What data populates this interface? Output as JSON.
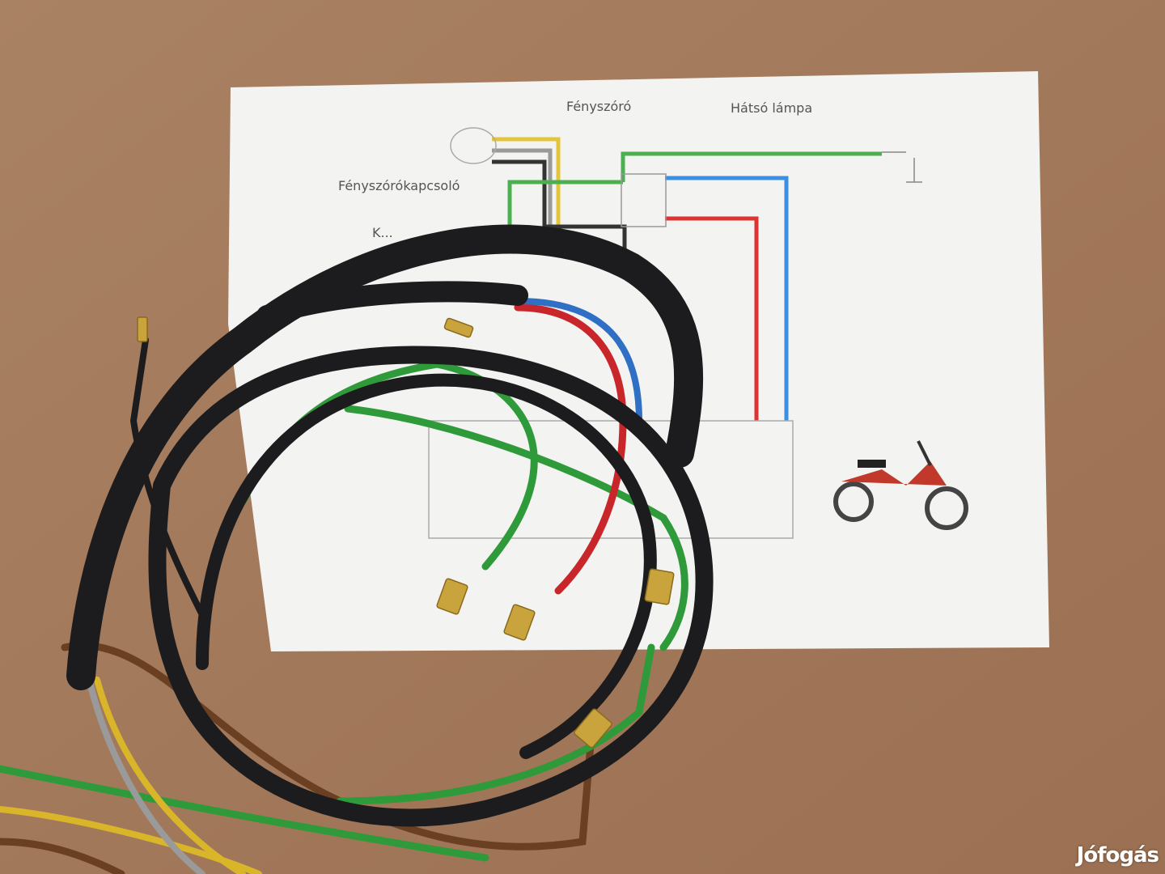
{
  "diagram": {
    "headlight_label": "Fényszóró",
    "taillight_label": "Hátsó lámpa",
    "light_switch_label": "Fényszórókapcsoló",
    "partial_label": "K..."
  },
  "watermark": "Jófogás",
  "colors": {
    "cardboard": "#a67b5b",
    "paper": "#f4f4f2",
    "cable": "#1c1c1e",
    "wire_green": "#2f9a3a",
    "wire_red": "#c8262a",
    "wire_blue": "#2f6fc4",
    "wire_yellow": "#d9b52a",
    "wire_brown": "#6a3f22",
    "wire_gray": "#9a9a9a",
    "terminal": "#c9a33c"
  }
}
